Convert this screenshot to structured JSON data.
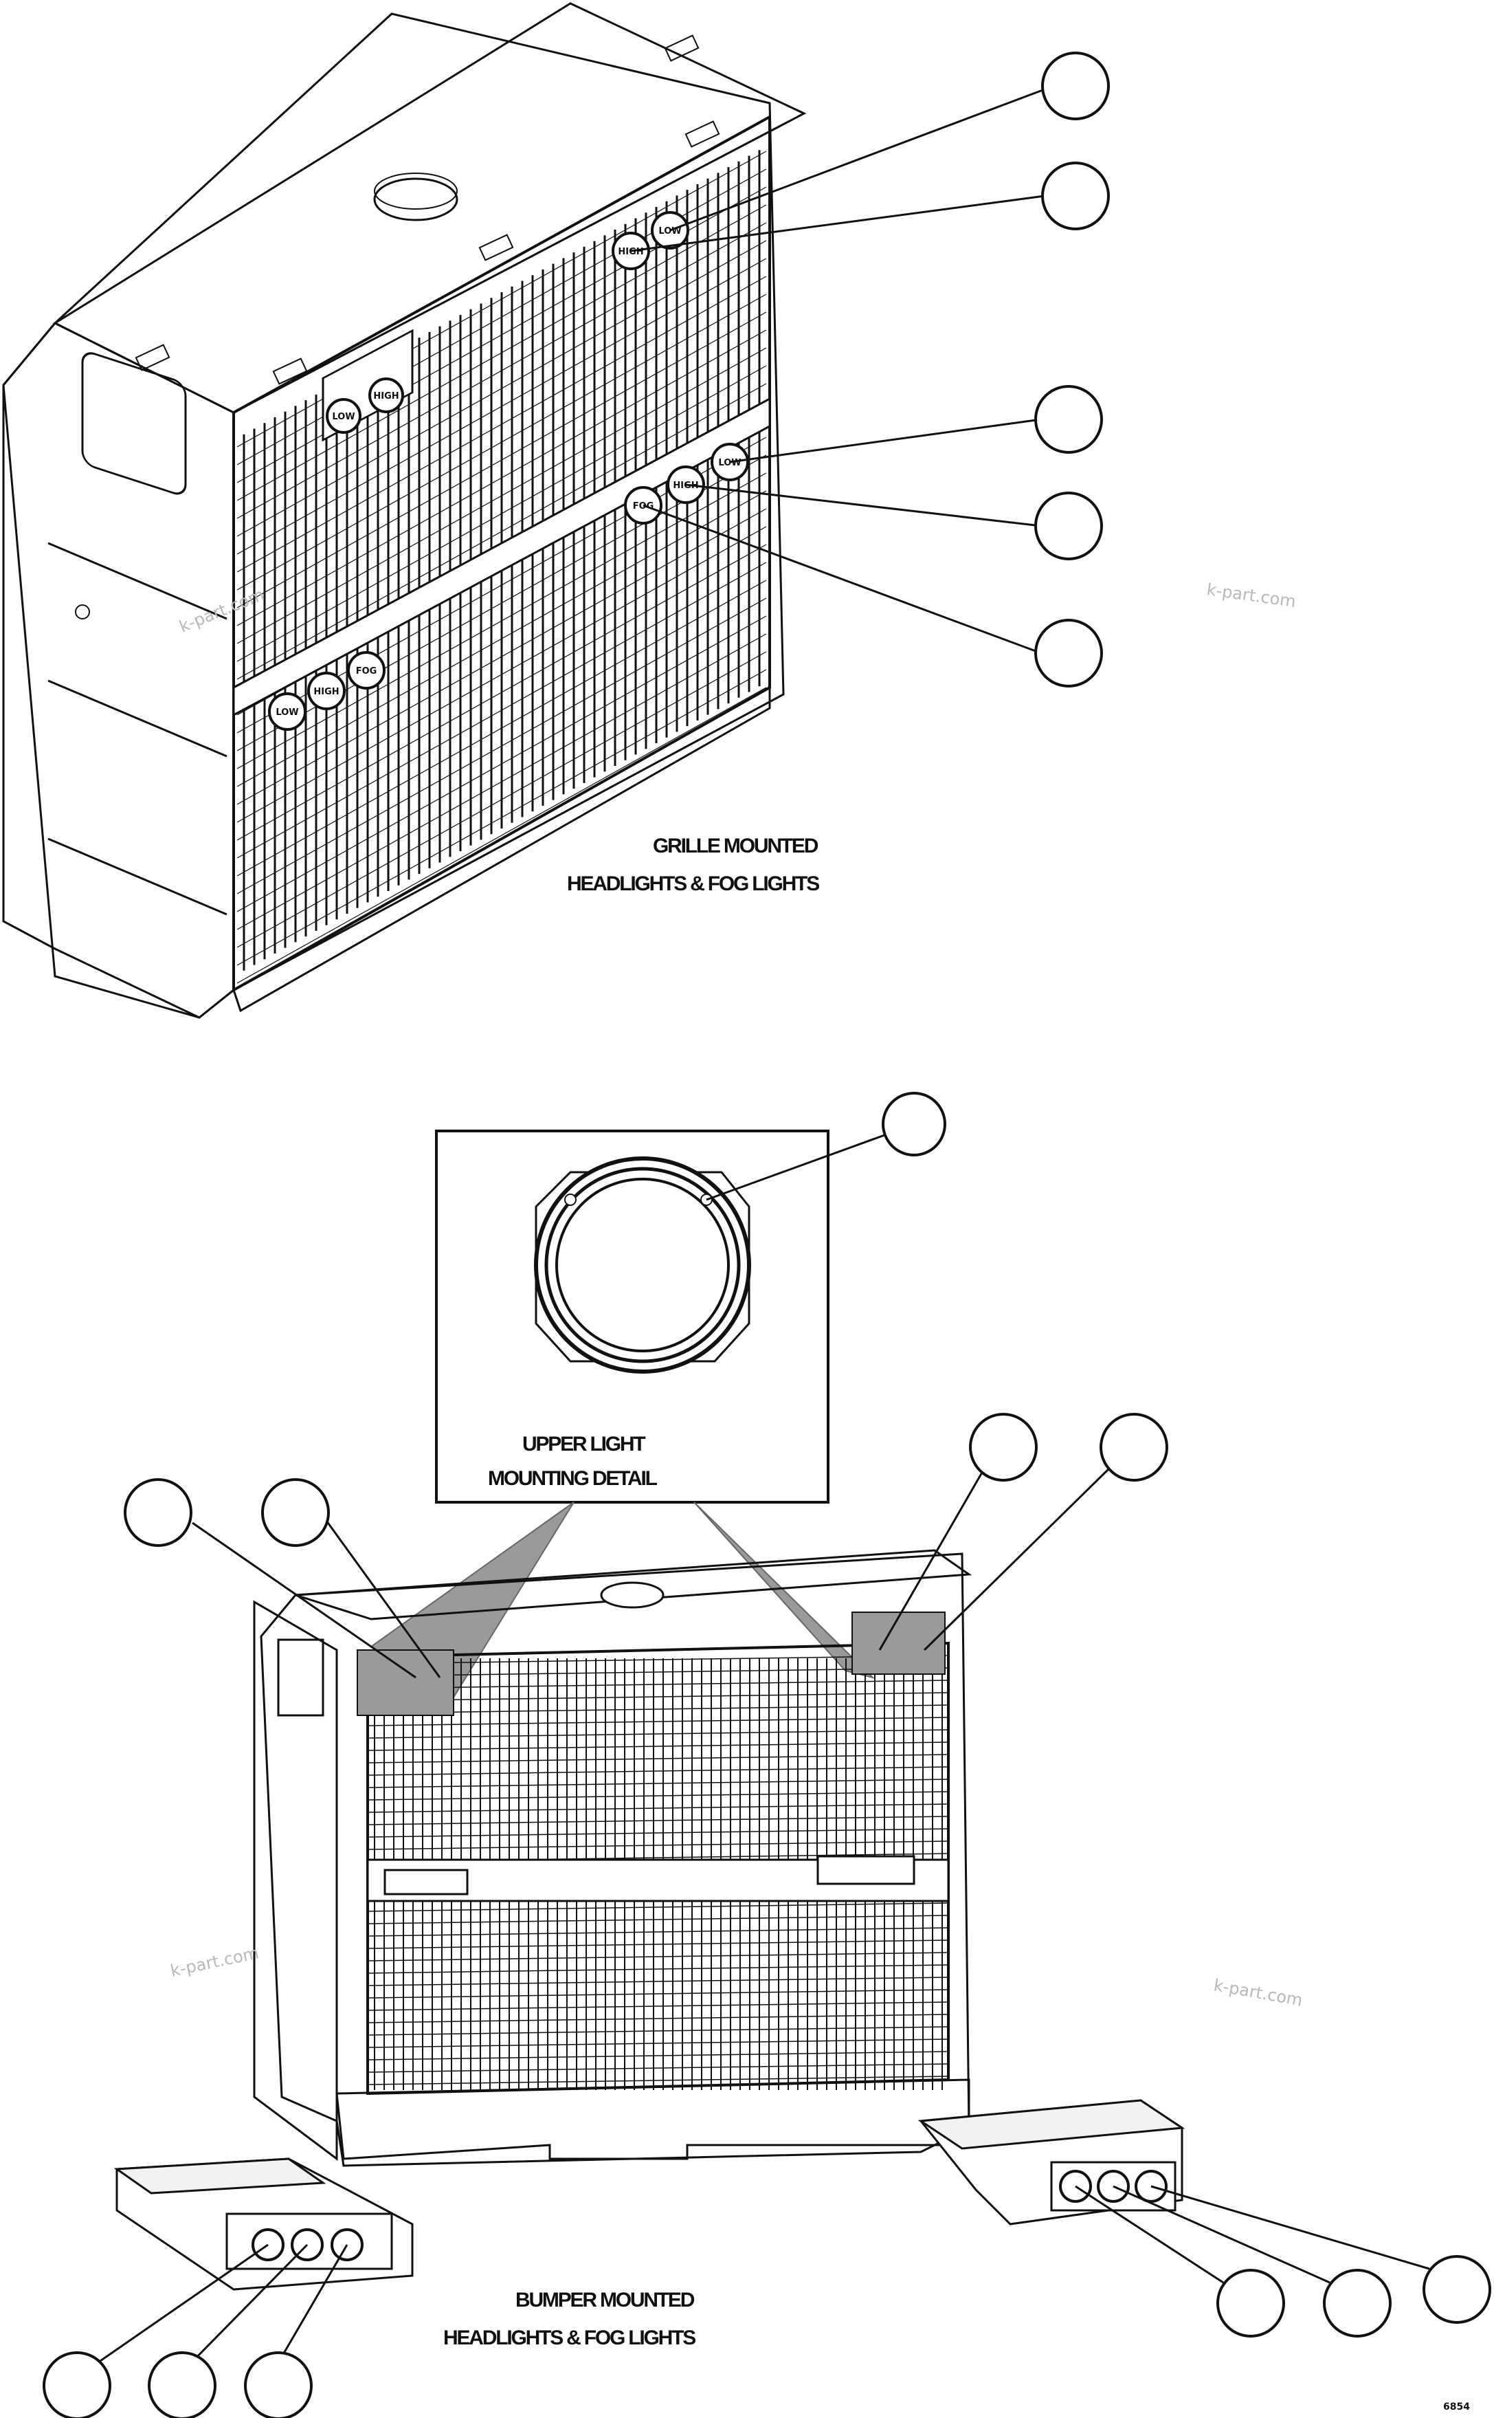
{
  "captions": {
    "grille_line1": "GRILLE MOUNTED",
    "grille_line2": "HEADLIGHTS & FOG LIGHTS",
    "upper_detail_line1": "UPPER LIGHT",
    "upper_detail_line2": "MOUNTING DETAIL",
    "bumper_line1": "BUMPER MOUNTED",
    "bumper_line2": "HEADLIGHTS & FOG LIGHTS"
  },
  "lamp_labels": {
    "low": "LOW",
    "high": "HIGH",
    "fog": "FOG"
  },
  "watermark": "k-part.com",
  "figure_code": "6854",
  "colors": {
    "line": "#111111",
    "shade": "#9a9a9a",
    "watermark": "#b8b8b8"
  }
}
